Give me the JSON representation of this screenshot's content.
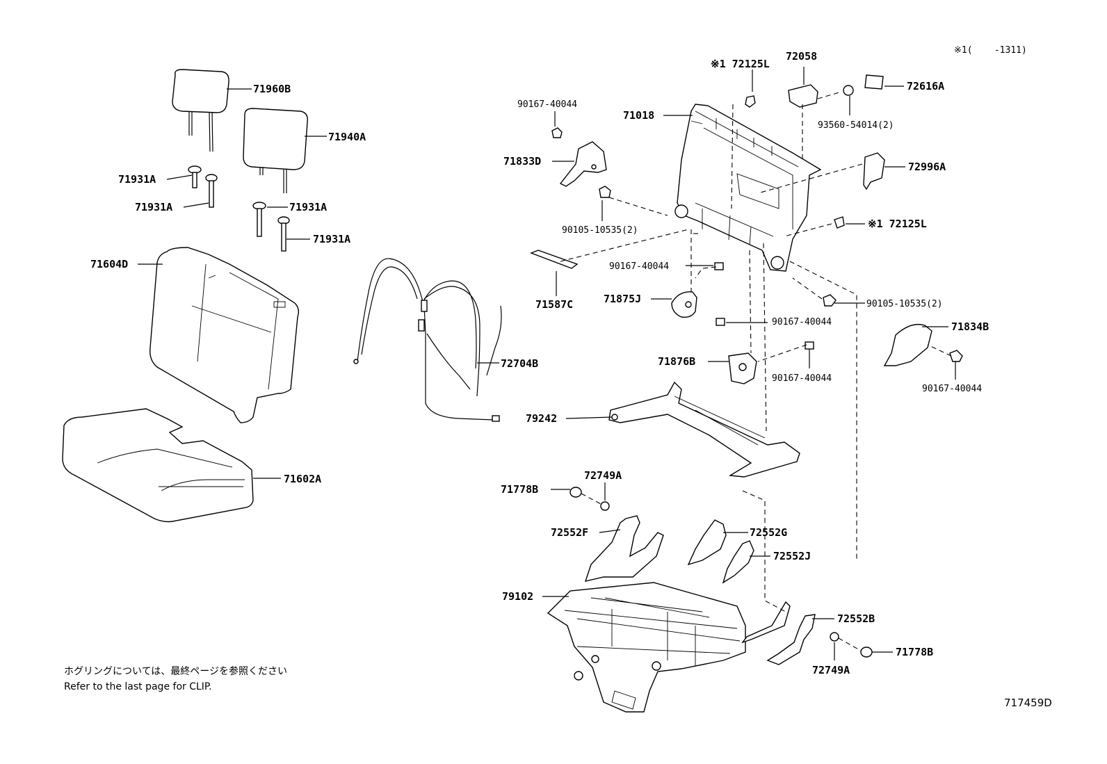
{
  "parts": {
    "p71960B": "71960B",
    "p71940A": "71940A",
    "p71931A_1": "71931A",
    "p71931A_2": "71931A",
    "p71931A_3": "71931A",
    "p71931A_4": "71931A",
    "p71604D": "71604D",
    "p71602A": "71602A",
    "p72704B": "72704B",
    "p90167_40044_a": "90167-40044",
    "p71833D": "71833D",
    "p90105_10535_a": "90105-10535(2)",
    "p71587C": "71587C",
    "p90167_40044_b": "90167-40044",
    "p71875J": "71875J",
    "p90167_40044_c": "90167-40044",
    "p71876B": "71876B",
    "p90167_40044_d": "90167-40044",
    "p79242": "79242",
    "p72125L_a": "※1 72125L",
    "p72058": "72058",
    "p72616A": "72616A",
    "p71018": "71018",
    "p93560_54014": "93560-54014(2)",
    "p72996A": "72996A",
    "p72125L_b": "※1 72125L",
    "p90105_10535_b": "90105-10535(2)",
    "p71834B": "71834B",
    "p90167_40044_e": "90167-40044",
    "p71778B_a": "71778B",
    "p72749A_a": "72749A",
    "p72552F": "72552F",
    "p72552G": "72552G",
    "p72552J": "72552J",
    "p79102": "79102",
    "p72552B": "72552B",
    "p72749A_b": "72749A",
    "p71778B_b": "71778B"
  },
  "header_note": "※1(    -1311)",
  "footer": {
    "jp": "ホグリングについては、最終ページを参照ください",
    "en": "Refer to the last page for CLIP.",
    "diagram_id": "717459D"
  }
}
